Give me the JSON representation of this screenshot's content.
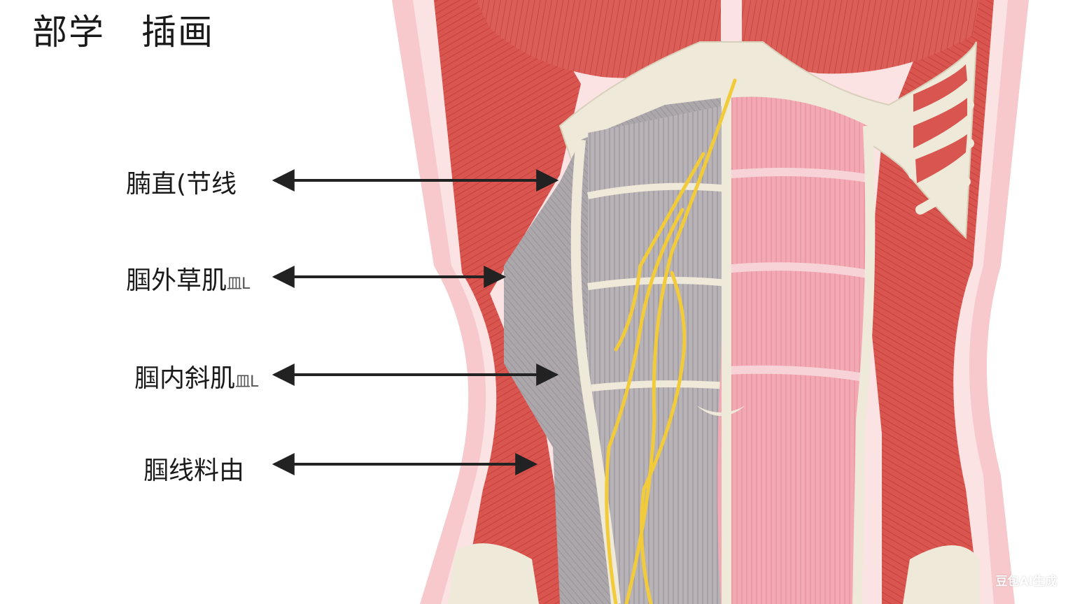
{
  "title": "部学　插画",
  "labels": [
    {
      "text": "腩直(节线",
      "mark": ""
    },
    {
      "text": "腘外草肌",
      "mark": "皿L"
    },
    {
      "text": "腘内斜肌",
      "mark": "皿L"
    },
    {
      "text": "腘线料由",
      "mark": ""
    }
  ],
  "watermark": "豆包AI生成",
  "colors": {
    "muscle_red": "#d9554f",
    "muscle_pink": "#f2a3ae",
    "muscle_gray": "#a9a4a8",
    "bone": "#efe9d9",
    "skin": "#f7c9cc",
    "nerve": "#f2cb3a",
    "arrow": "#222222"
  }
}
